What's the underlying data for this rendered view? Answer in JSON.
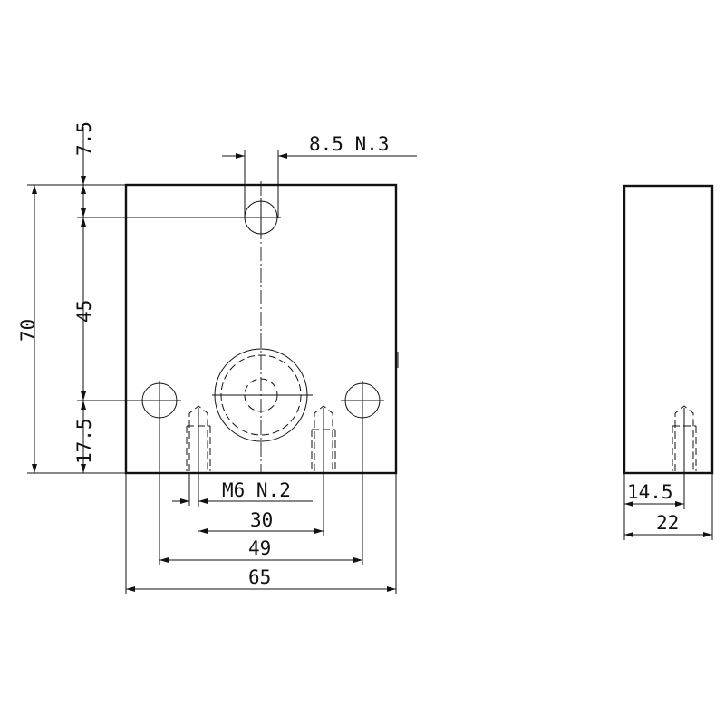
{
  "views": {
    "front": {
      "dimensions": {
        "top_offset": "7.5",
        "hole_spacing_vertical": "45",
        "bottom_offset": "17.5",
        "height": "70",
        "through_holes": "8.5 N.3",
        "tapped_holes": "M6 N.2",
        "tapped_spacing": "30",
        "hole_spacing_horizontal": "49",
        "width": "65"
      }
    },
    "side": {
      "dimensions": {
        "tapped_offset": "14.5",
        "depth": "22"
      }
    }
  }
}
